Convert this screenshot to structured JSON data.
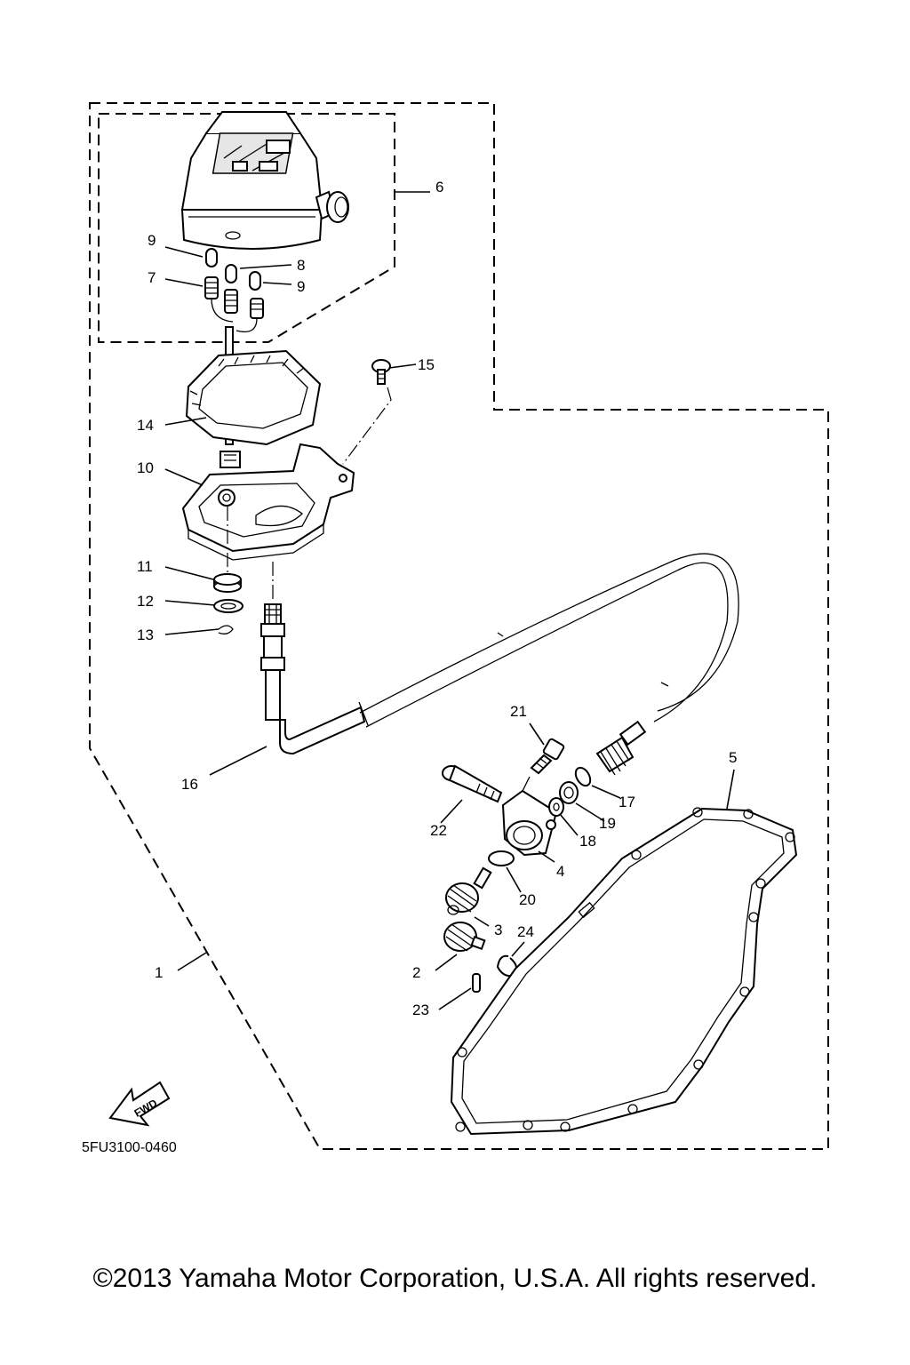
{
  "diagram": {
    "callouts": [
      {
        "id": "1",
        "label": "1"
      },
      {
        "id": "2",
        "label": "2"
      },
      {
        "id": "3",
        "label": "3"
      },
      {
        "id": "4",
        "label": "4"
      },
      {
        "id": "5",
        "label": "5"
      },
      {
        "id": "6",
        "label": "6"
      },
      {
        "id": "7",
        "label": "7"
      },
      {
        "id": "8",
        "label": "8"
      },
      {
        "id": "9a",
        "label": "9"
      },
      {
        "id": "9b",
        "label": "9"
      },
      {
        "id": "10",
        "label": "10"
      },
      {
        "id": "11",
        "label": "11"
      },
      {
        "id": "12",
        "label": "12"
      },
      {
        "id": "13",
        "label": "13"
      },
      {
        "id": "14",
        "label": "14"
      },
      {
        "id": "15",
        "label": "15"
      },
      {
        "id": "16",
        "label": "16"
      },
      {
        "id": "17",
        "label": "17"
      },
      {
        "id": "18",
        "label": "18"
      },
      {
        "id": "19",
        "label": "19"
      },
      {
        "id": "20",
        "label": "20"
      },
      {
        "id": "21",
        "label": "21"
      },
      {
        "id": "22",
        "label": "22"
      },
      {
        "id": "23",
        "label": "23"
      },
      {
        "id": "24",
        "label": "24"
      }
    ],
    "fwd_label": "FWD",
    "diagram_code": "5FU3100-0460",
    "copyright": "©2013 Yamaha Motor Corporation, U.S.A. All rights reserved."
  }
}
